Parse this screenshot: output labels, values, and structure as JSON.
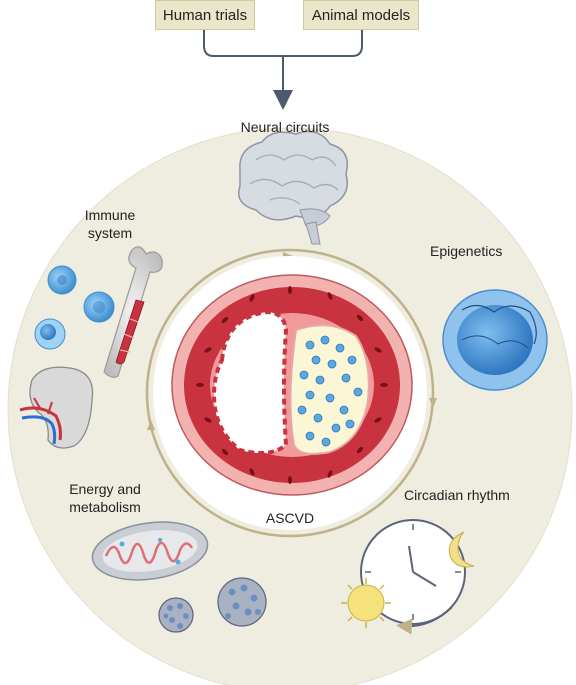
{
  "sources": {
    "human_trials": "Human trials",
    "animal_models": "Animal models"
  },
  "labels": {
    "neural_circuits": "Neural circuits",
    "immune_line1": "Immune",
    "immune_line2": "system",
    "epigenetics": "Epigenetics",
    "energy_line1": "Energy and",
    "energy_line2": "metabolism",
    "circadian": "Circadian rhythm",
    "center": "ASCVD"
  },
  "colors": {
    "outer_circle": "#efece0",
    "top_box": "#e9e6c9",
    "connector": "#4d5a6e",
    "cycle_ring": "#bdb28a",
    "vessel_outer": "#e58a8c",
    "vessel_media": "#c8333f",
    "plaque": "#fbf6d6",
    "cell_blue": "#5ea7de",
    "clock_face": "#5b6478",
    "sun": "#f6e27a",
    "moon": "#f2de8c"
  },
  "icons": [
    "brain-icon",
    "bone-marrow-icon",
    "immune-cell-icon",
    "spleen-icon",
    "epigenetic-cell-icon",
    "mitochondrion-icon",
    "lipid-droplet-icon",
    "clock-icon",
    "sun-icon",
    "moon-icon",
    "artery-cross-section-icon"
  ]
}
